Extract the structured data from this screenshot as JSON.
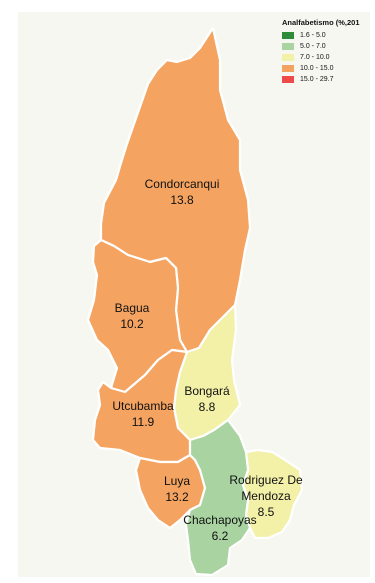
{
  "legend": {
    "title": "Analfabetismo (%,201",
    "items": [
      {
        "label": "1.6 - 5.0",
        "color": "#2e8b3a"
      },
      {
        "label": "5.0 - 7.0",
        "color": "#a9d4a2"
      },
      {
        "label": "7.0 - 10.0",
        "color": "#f3f1a8"
      },
      {
        "label": "10.0 - 15.0",
        "color": "#f4a460"
      },
      {
        "label": "15.0 - 29.7",
        "color": "#ef4a4a"
      }
    ]
  },
  "provinces": [
    {
      "name": "Condorcanqui",
      "value": "13.8",
      "color": "#f4a460"
    },
    {
      "name": "Bagua",
      "value": "10.2",
      "color": "#f4a460"
    },
    {
      "name": "Bongará",
      "value": "8.8",
      "color": "#f3f1a8"
    },
    {
      "name": "Utcubamba",
      "value": "11.9",
      "color": "#f4a460"
    },
    {
      "name": "Luya",
      "value": "13.2",
      "color": "#f4a460"
    },
    {
      "name": "Rodriguez De",
      "name2": "Mendoza",
      "value": "8.5",
      "color": "#f3f1a8"
    },
    {
      "name": "Chachapoyas",
      "value": "6.2",
      "color": "#a9d4a2"
    }
  ]
}
